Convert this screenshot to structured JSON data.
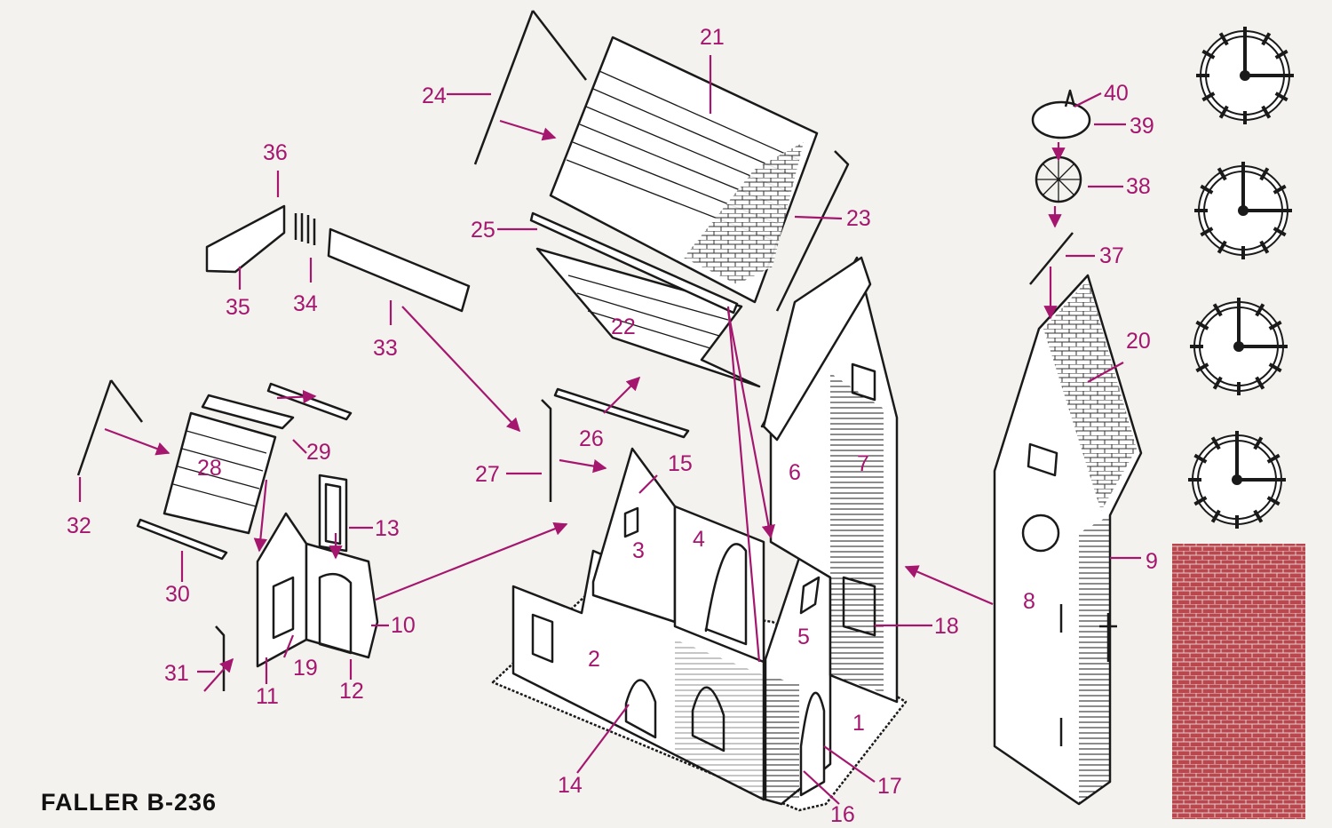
{
  "title": "FALLER B-236",
  "accent_color": "#a5166e",
  "line_color": "#1a1a1a",
  "brick_sheet_color": "#b8484e",
  "parts": [
    {
      "id": "p1",
      "label": "1"
    },
    {
      "id": "p2",
      "label": "2"
    },
    {
      "id": "p3",
      "label": "3"
    },
    {
      "id": "p4",
      "label": "4"
    },
    {
      "id": "p5",
      "label": "5"
    },
    {
      "id": "p6",
      "label": "6"
    },
    {
      "id": "p7",
      "label": "7"
    },
    {
      "id": "p8",
      "label": "8"
    },
    {
      "id": "p9",
      "label": "9"
    },
    {
      "id": "p10",
      "label": "10"
    },
    {
      "id": "p11",
      "label": "11"
    },
    {
      "id": "p12",
      "label": "12"
    },
    {
      "id": "p13",
      "label": "13"
    },
    {
      "id": "p14",
      "label": "14"
    },
    {
      "id": "p15",
      "label": "15"
    },
    {
      "id": "p16",
      "label": "16"
    },
    {
      "id": "p17",
      "label": "17"
    },
    {
      "id": "p18",
      "label": "18"
    },
    {
      "id": "p19",
      "label": "19"
    },
    {
      "id": "p20",
      "label": "20"
    },
    {
      "id": "p21",
      "label": "21"
    },
    {
      "id": "p22",
      "label": "22"
    },
    {
      "id": "p23",
      "label": "23"
    },
    {
      "id": "p24",
      "label": "24"
    },
    {
      "id": "p25",
      "label": "25"
    },
    {
      "id": "p26",
      "label": "26"
    },
    {
      "id": "p27",
      "label": "27"
    },
    {
      "id": "p28",
      "label": "28"
    },
    {
      "id": "p29",
      "label": "29"
    },
    {
      "id": "p30",
      "label": "30"
    },
    {
      "id": "p31",
      "label": "31"
    },
    {
      "id": "p32",
      "label": "32"
    },
    {
      "id": "p33",
      "label": "33"
    },
    {
      "id": "p34",
      "label": "34"
    },
    {
      "id": "p35",
      "label": "35"
    },
    {
      "id": "p36",
      "label": "36"
    },
    {
      "id": "p37",
      "label": "37"
    },
    {
      "id": "p38",
      "label": "38"
    },
    {
      "id": "p39",
      "label": "39"
    },
    {
      "id": "p40",
      "label": "40"
    }
  ],
  "clock_faces": [
    {
      "name": "clock-face-1",
      "hour_hand": "12",
      "minute_hand": "3"
    },
    {
      "name": "clock-face-2",
      "hour_hand": "12",
      "minute_hand": "3"
    },
    {
      "name": "clock-face-3",
      "hour_hand": "12",
      "minute_hand": "3"
    },
    {
      "name": "clock-face-4",
      "hour_hand": "12",
      "minute_hand": "3"
    }
  ]
}
